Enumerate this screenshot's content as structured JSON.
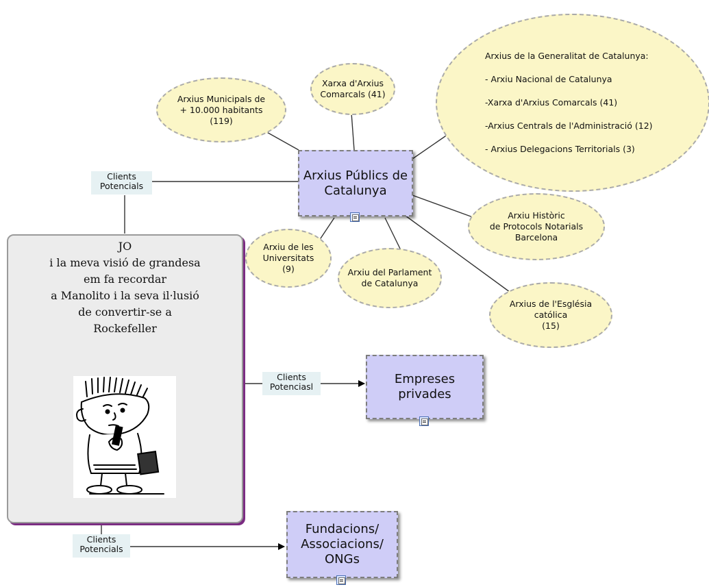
{
  "central": {
    "lines": [
      "Arxius Públics de",
      "Catalunya"
    ]
  },
  "ellipses": {
    "municipals": [
      "Arxius Municipals de",
      "+ 10.000 habitants",
      "(119)"
    ],
    "comarcals": [
      "Xarxa d'Arxius",
      "Comarcals (41)"
    ],
    "generalitat": [
      "Arxius de la Generalitat de Catalunya:",
      "- Arxiu Nacional de Catalunya",
      "-Xarxa d'Arxius Comarcals (41)",
      "-Arxius Centrals de l'Administració (12)",
      "- Arxius Delegacions Territorials (3)"
    ],
    "protocols": [
      "Arxiu Històric",
      "de Protocols Notarials",
      "Barcelona"
    ],
    "universitats": [
      "Arxiu de les",
      "Universitats",
      "(9)"
    ],
    "parlament": [
      "Arxiu del Parlament",
      "de Catalunya"
    ],
    "esglesia": [
      "Arxius de l'Església",
      "católica",
      "(15)"
    ]
  },
  "jo": {
    "lines": [
      "JO",
      "i la meva visió de grandesa",
      "em fa recordar",
      "a Manolito i la seva il·lusió",
      "de convertir-se a",
      "Rockefeller"
    ]
  },
  "links": {
    "top": [
      "Clients",
      "Potencials"
    ],
    "middle": [
      "Clients",
      "Potenciasl"
    ],
    "bottom": [
      "Clients",
      "Potencials"
    ]
  },
  "empreses": {
    "lines": [
      "Empreses privades"
    ]
  },
  "fundacions": {
    "lines": [
      "Fundacions/",
      "Associacions/",
      "ONGs"
    ]
  },
  "colors": {
    "ellipse_fill": "#fbf6c7",
    "box_fill": "#cfcdf7",
    "label_fill": "#e6f1f3",
    "jo_fill": "#ececec",
    "jo_shadow": "#7b2c82"
  }
}
